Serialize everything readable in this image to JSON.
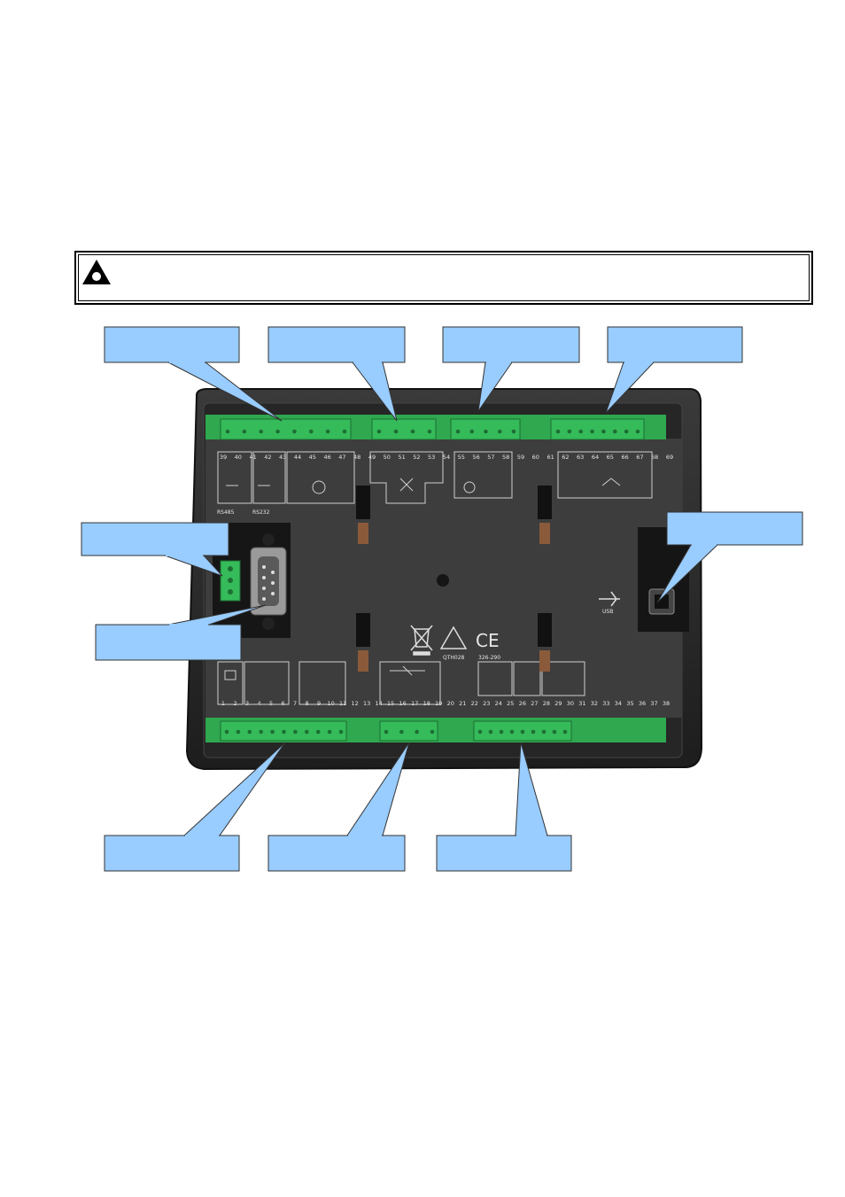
{
  "warning": {
    "icon": "warning-triangle-icon",
    "text": ""
  },
  "module": {
    "top_terminal_numbers": [
      "39",
      "40",
      "41",
      "42",
      "43",
      "44",
      "45",
      "46",
      "47",
      "48",
      "49",
      "50",
      "51",
      "52",
      "53",
      "54",
      "55",
      "56",
      "57",
      "58",
      "59",
      "60",
      "61",
      "62",
      "63",
      "64",
      "65",
      "66",
      "67",
      "68",
      "69"
    ],
    "bottom_terminal_numbers": [
      "1",
      "2",
      "3",
      "4",
      "5",
      "6",
      "7",
      "8",
      "9",
      "10",
      "11",
      "12",
      "13",
      "14",
      "15",
      "16",
      "17",
      "18",
      "19",
      "20",
      "21",
      "22",
      "23",
      "24",
      "25",
      "26",
      "27",
      "28",
      "29",
      "30",
      "31",
      "32",
      "33",
      "34",
      "35",
      "36",
      "37",
      "38"
    ],
    "port_labels": {
      "rs485": "RS485",
      "rs232": "RS232"
    },
    "usb_label": "USB",
    "marking_left": "QTH028",
    "marking_right": "326-290",
    "ce_mark": "CE",
    "colors": {
      "case": "#2c2c2c",
      "panel": "#3b3b3b",
      "connector": "#2fa84f",
      "callout": "#99ccff"
    }
  },
  "callouts": [
    {
      "name": "callout-top-1",
      "text": ""
    },
    {
      "name": "callout-top-2",
      "text": ""
    },
    {
      "name": "callout-top-3",
      "text": ""
    },
    {
      "name": "callout-top-4",
      "text": ""
    },
    {
      "name": "callout-rs485",
      "text": ""
    },
    {
      "name": "callout-rs232",
      "text": ""
    },
    {
      "name": "callout-usb",
      "text": ""
    },
    {
      "name": "callout-bottom-1",
      "text": ""
    },
    {
      "name": "callout-bottom-2",
      "text": ""
    },
    {
      "name": "callout-bottom-3",
      "text": ""
    }
  ]
}
